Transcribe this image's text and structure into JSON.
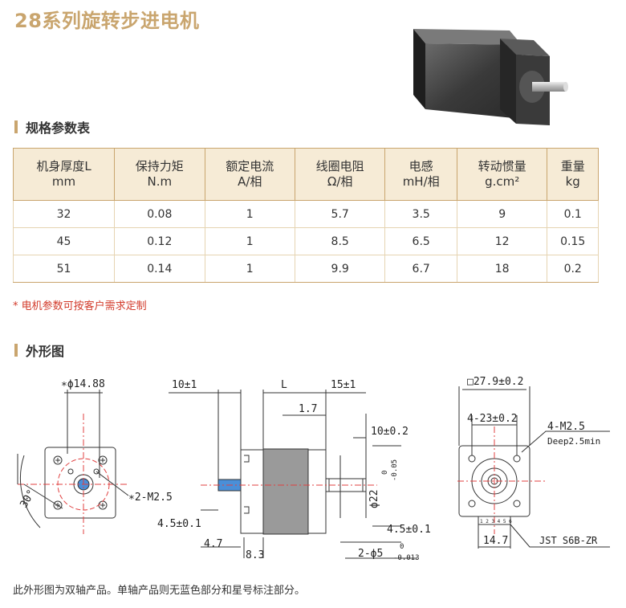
{
  "title": "28系列旋转步进电机",
  "spec_section": "规格参数表",
  "table": {
    "headers": [
      {
        "line1": "机身厚度L",
        "line2": "mm"
      },
      {
        "line1": "保持力矩",
        "line2": "N.m"
      },
      {
        "line1": "额定电流",
        "line2": "A/相"
      },
      {
        "line1": "线圈电阻",
        "line2": "Ω/相"
      },
      {
        "line1": "电感",
        "line2": "mH/相"
      },
      {
        "line1": "转动惯量",
        "line2": "g.cm²"
      },
      {
        "line1": "重量",
        "line2": "kg"
      }
    ],
    "rows": [
      [
        "32",
        "0.08",
        "1",
        "5.7",
        "3.5",
        "9",
        "0.1"
      ],
      [
        "45",
        "0.12",
        "1",
        "8.5",
        "6.5",
        "12",
        "0.15"
      ],
      [
        "51",
        "0.14",
        "1",
        "9.9",
        "6.7",
        "18",
        "0.2"
      ]
    ]
  },
  "note": "* 电机参数可按客户需求定制",
  "outline_section": "外形图",
  "dims": {
    "d1488": "∗ϕ14.88",
    "m25x2": "∗2-M2.5",
    "a30": "30°",
    "d10": "10±1",
    "dL": "L",
    "d15": "15±1",
    "d17": "1.7",
    "d10b": "10±0.2",
    "d22": "ϕ22",
    "d22tol_up": "0",
    "d22tol_dn": "-0.05",
    "d45a": "4.5±0.1",
    "d45b": "4.5±0.1",
    "d47": "4.7",
    "d83": "8.3",
    "d5": "2-ϕ5",
    "d5tol_up": "0",
    "d5tol_dn": "-0.013",
    "d279": "□27.9±0.2",
    "d23": "4-23±0.2",
    "m25x4": "4-M2.5",
    "deep": "Deep2.5min",
    "jst": "JST S6B-ZR",
    "d147": "14.7",
    "pins": "1 2 3 4 5 6"
  },
  "footer": "此外形图为双轴产品。单轴产品则无蓝色部分和星号标注部分。",
  "colors": {
    "accent": "#c9a56e",
    "header_bg": "#f6ebd6",
    "note_red": "#d23a2a",
    "shaft_blue": "#4a8fd8",
    "centerline_red": "#e04040"
  }
}
